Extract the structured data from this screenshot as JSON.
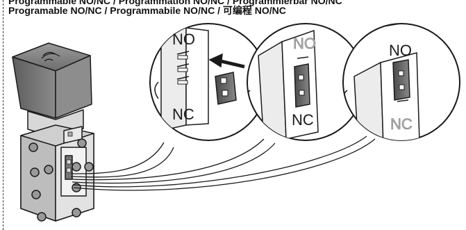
{
  "caption": {
    "line1": "Programmable NO/NC / Programmation NO/NC / Programmierbar NO/NC",
    "line2": "Programable NO/NC / Programmabile NO/NC / 可编程  NO/NC"
  },
  "insets": [
    {
      "top_label": "NO",
      "bottom_label": "NC",
      "state": "jumper-being-inserted"
    },
    {
      "top_label": "NO",
      "bottom_label": "NC",
      "state": "jumper-on-NC"
    },
    {
      "top_label": "NO",
      "bottom_label": "NC",
      "state": "jumper-on-NO"
    }
  ],
  "colors": {
    "line": "#1a1a1a",
    "device_dark": "#7a7a7a",
    "device_mid": "#a9a9a9",
    "faded_label": "#b5b5b5"
  }
}
